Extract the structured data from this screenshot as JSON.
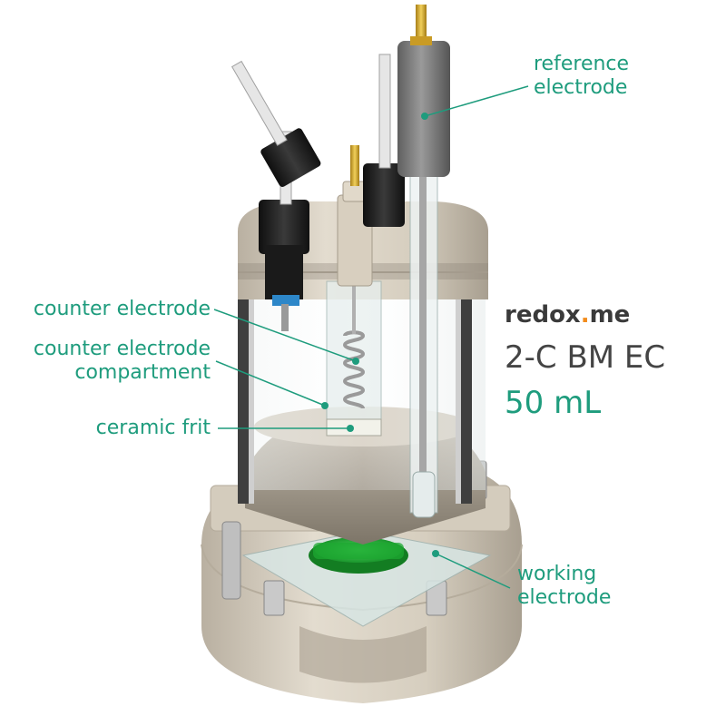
{
  "labels": {
    "reference_electrode": [
      "reference",
      "electrode"
    ],
    "counter_electrode": "counter electrode",
    "counter_electrode_compartment": [
      "counter electrode",
      "compartment"
    ],
    "ceramic_frit": "ceramic frit",
    "working_electrode": [
      "working",
      "electrode"
    ]
  },
  "brand": {
    "name_part1": "redox",
    "name_dot": ".",
    "name_part2": "me"
  },
  "product": {
    "name": "2-C BM EC",
    "volume": "50 mL"
  },
  "colors": {
    "accent": "#1e9c7d",
    "brand_dot": "#f28c1d",
    "brand_text": "#3a3a3a",
    "product_text": "#444444",
    "cell_body": "#d9d1c3",
    "cap_black": "#1c1c1c",
    "electrode_gray": "#7a7a7a",
    "gold_pin": "#d4a72c",
    "working_electrode_green": "#1ea832",
    "wire_coil": "#b8b8b8"
  }
}
